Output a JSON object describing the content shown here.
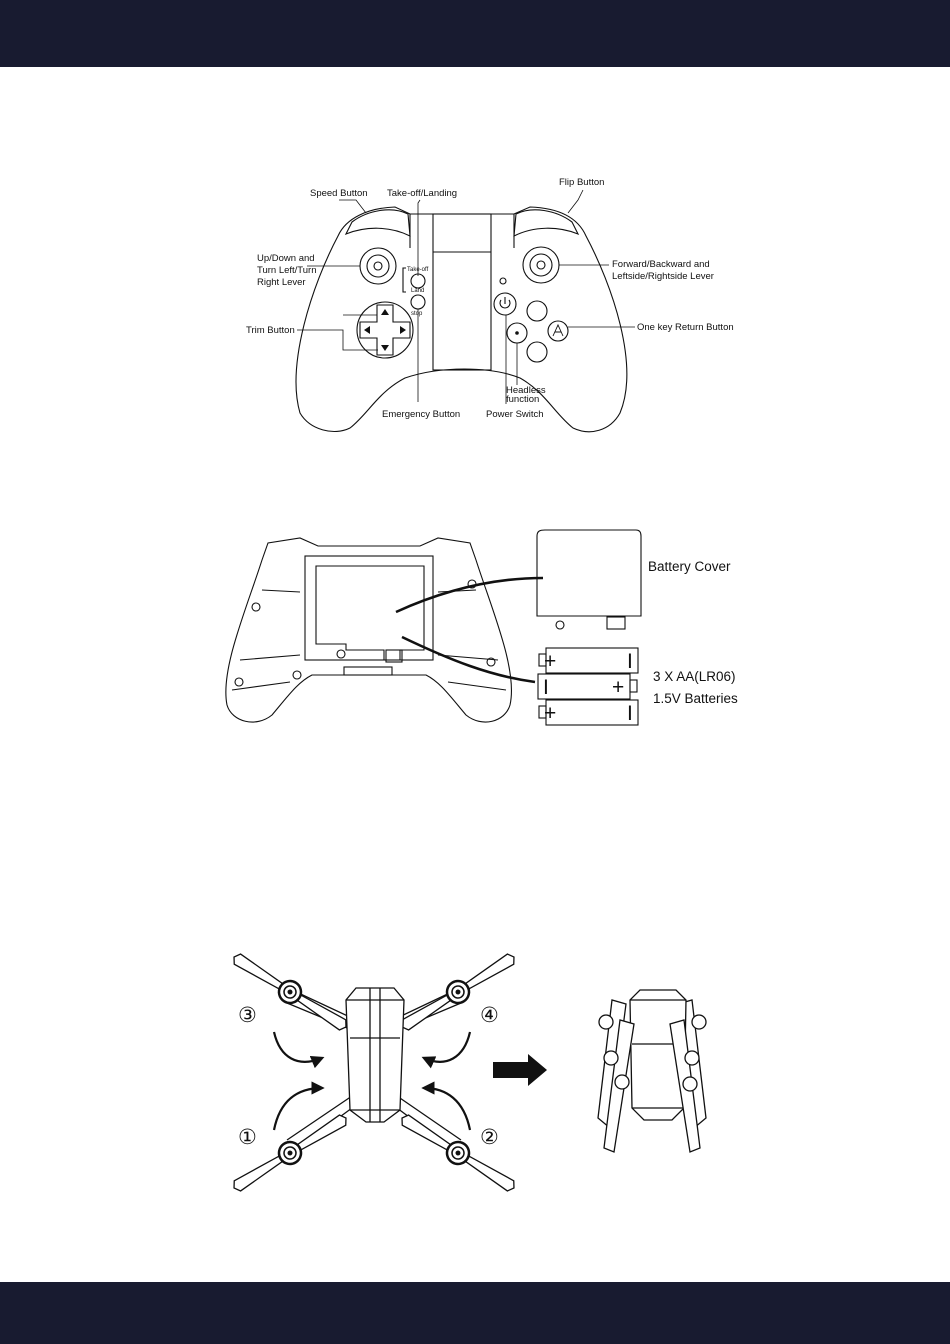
{
  "colors": {
    "bar": "#181b30",
    "line": "#111111",
    "page": "#ffffff"
  },
  "controller": {
    "labels": {
      "speed": "Speed Button",
      "takeoff_landing": "Take-off/Landing",
      "flip": "Flip Button",
      "updown_1": "Up/Down  and",
      "updown_2": "Turn Left/Turn",
      "updown_3": "Right Lever",
      "forward_1": "Forward/Backward  and",
      "forward_2": "Leftside/Rightside Lever",
      "trim": "Trim Button",
      "return": "One key Return Button",
      "headless_1": "Headless",
      "headless_2": "function",
      "emergency": "Emergency Button",
      "power": "Power Switch"
    },
    "button_text": {
      "takeoff": "Take-off",
      "land": "Land",
      "stop": "stop"
    }
  },
  "battery": {
    "cover": "Battery Cover",
    "count": "3 X AA(LR06)",
    "voltage": "1.5V Batteries",
    "plus": "+",
    "minus": "I"
  },
  "drone": {
    "steps": [
      "③",
      "④",
      "①",
      "②"
    ]
  }
}
